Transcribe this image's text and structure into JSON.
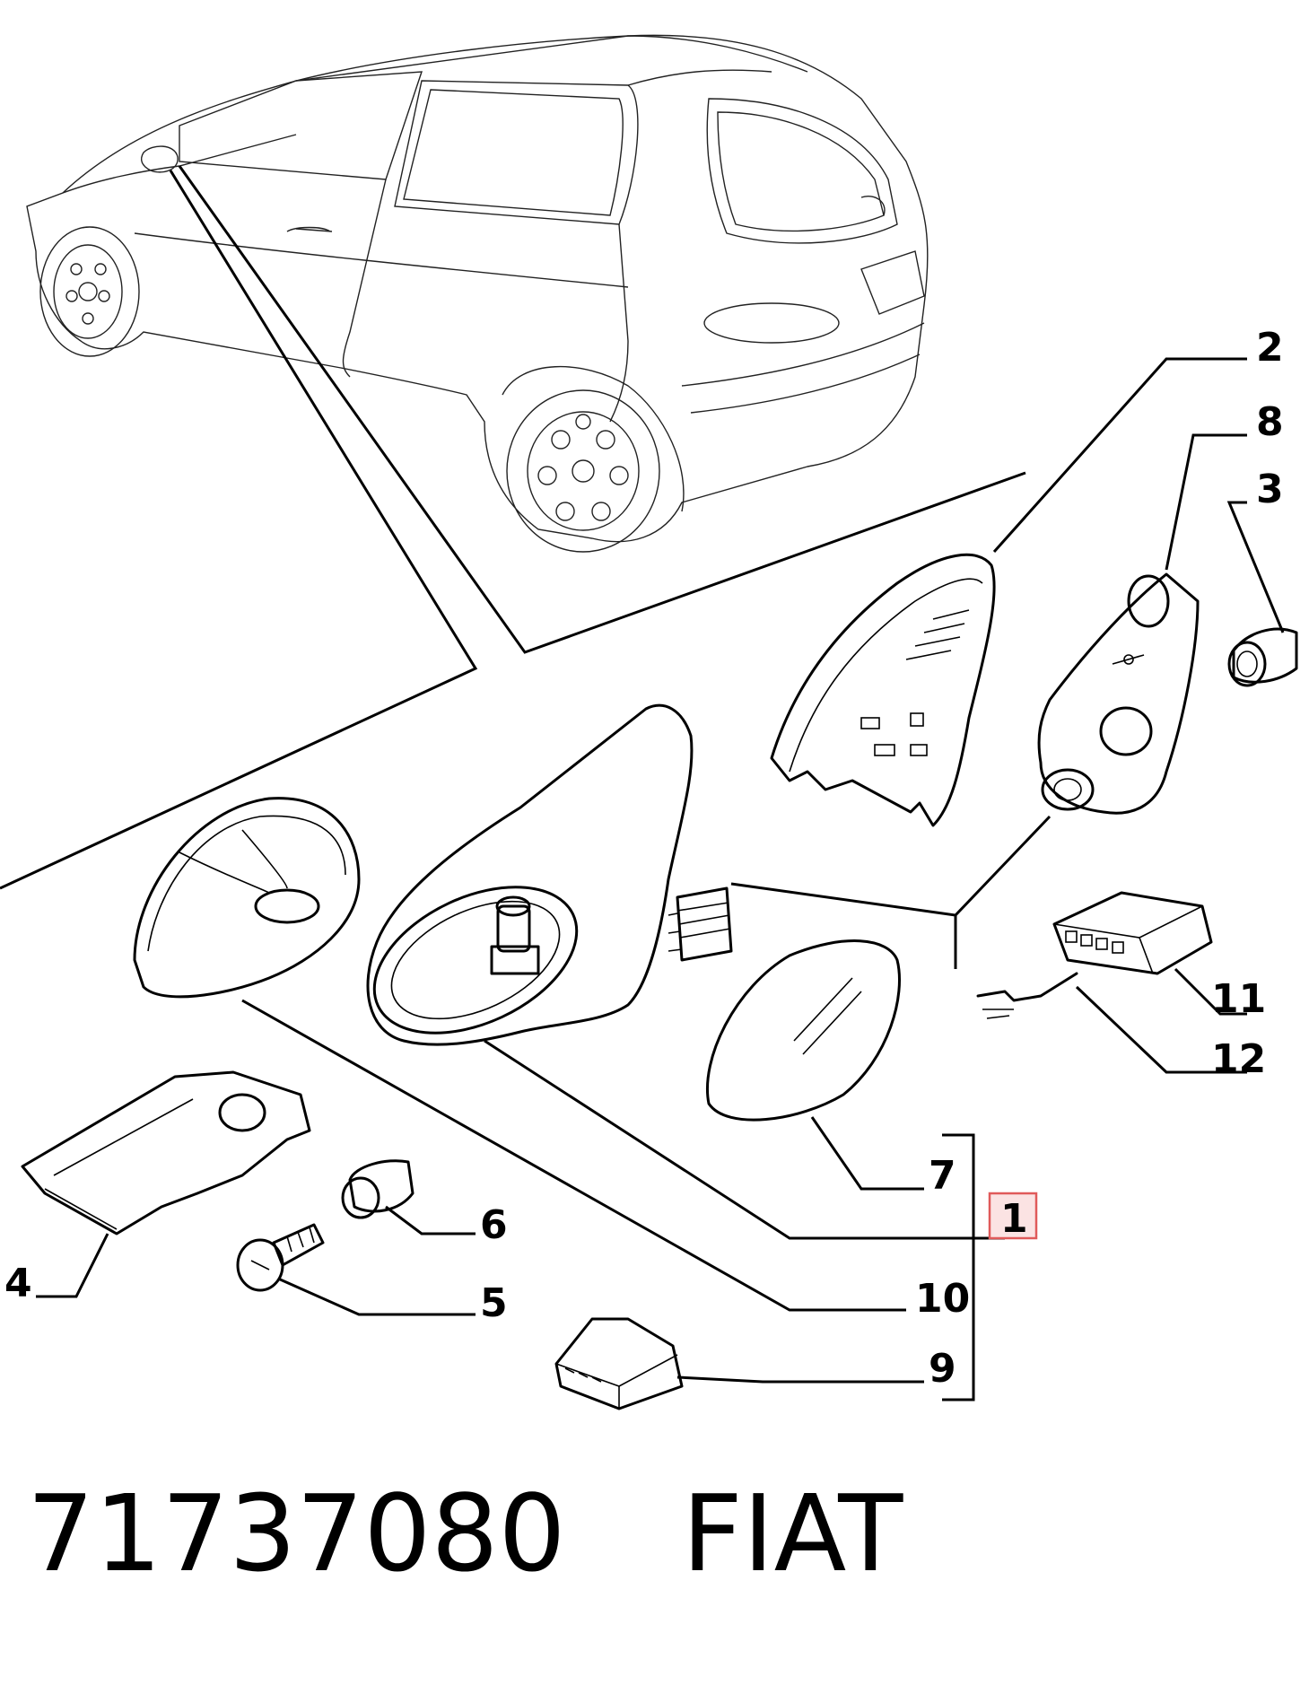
{
  "callouts": {
    "c1": "1",
    "c2": "2",
    "c3": "3",
    "c4": "4",
    "c5": "5",
    "c6": "6",
    "c7": "7",
    "c8": "8",
    "c9": "9",
    "c10": "10",
    "c11": "11",
    "c12": "12"
  },
  "part_number": "71737080",
  "brand": "FIAT",
  "colors": {
    "line": "#000000",
    "highlight_box": "#e05a5a"
  }
}
